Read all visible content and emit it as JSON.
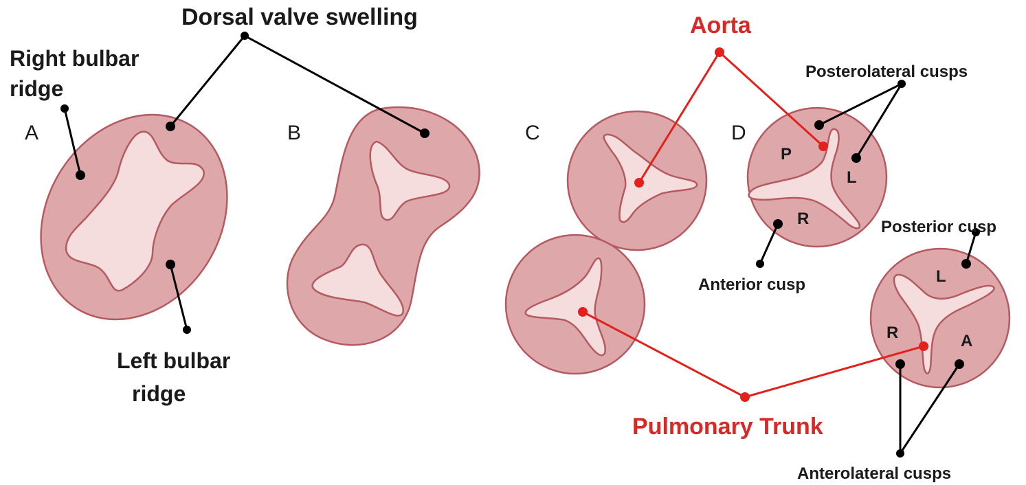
{
  "labels": {
    "dorsal_valve_swelling": "Dorsal valve swelling",
    "right_bulbar_ridge_line1": "Right bulbar",
    "right_bulbar_ridge_line2": "ridge",
    "left_bulbar_ridge_line1": "Left bulbar",
    "left_bulbar_ridge_line2": "ridge",
    "aorta": "Aorta",
    "pulmonary_trunk": "Pulmonary Trunk",
    "posterolateral_cusps": "Posterolateral cusps",
    "anterior_cusp": "Anterior cusp",
    "posterior_cusp": "Posterior cusp",
    "anterolateral_cusps": "Anterolateral cusps"
  },
  "panels": {
    "a": "A",
    "b": "B",
    "c": "C",
    "d": "D"
  },
  "cusp_letters": {
    "aorta_p": "P",
    "aorta_l": "L",
    "aorta_r": "R",
    "pulmonary_l": "L",
    "pulmonary_r": "R",
    "pulmonary_a": "A"
  },
  "colors": {
    "vessel_wall": "#dea7aa",
    "vessel_outline": "#b45a60",
    "lumen": "#f5dcdd",
    "leader_black": "#000000",
    "leader_red": "#e3211c",
    "label_red": "#d52a26"
  }
}
